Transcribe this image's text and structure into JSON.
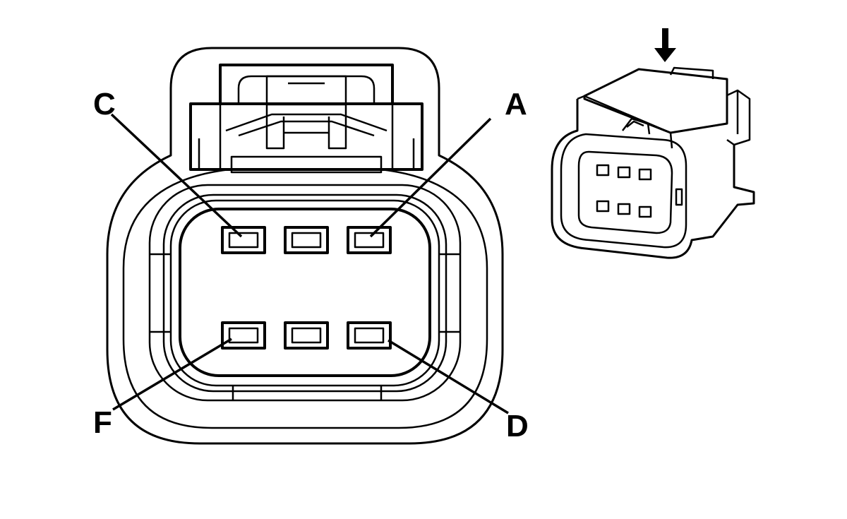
{
  "diagram": {
    "labels": {
      "pin_a": "A",
      "pin_c": "C",
      "pin_d": "D",
      "pin_f": "F"
    },
    "front_view": {
      "pin_rows": 2,
      "pins_per_row": 3
    },
    "iso_view": {
      "arrow_icon": "down-arrow-icon"
    },
    "colors": {
      "line": "#000000",
      "background": "#ffffff"
    }
  }
}
